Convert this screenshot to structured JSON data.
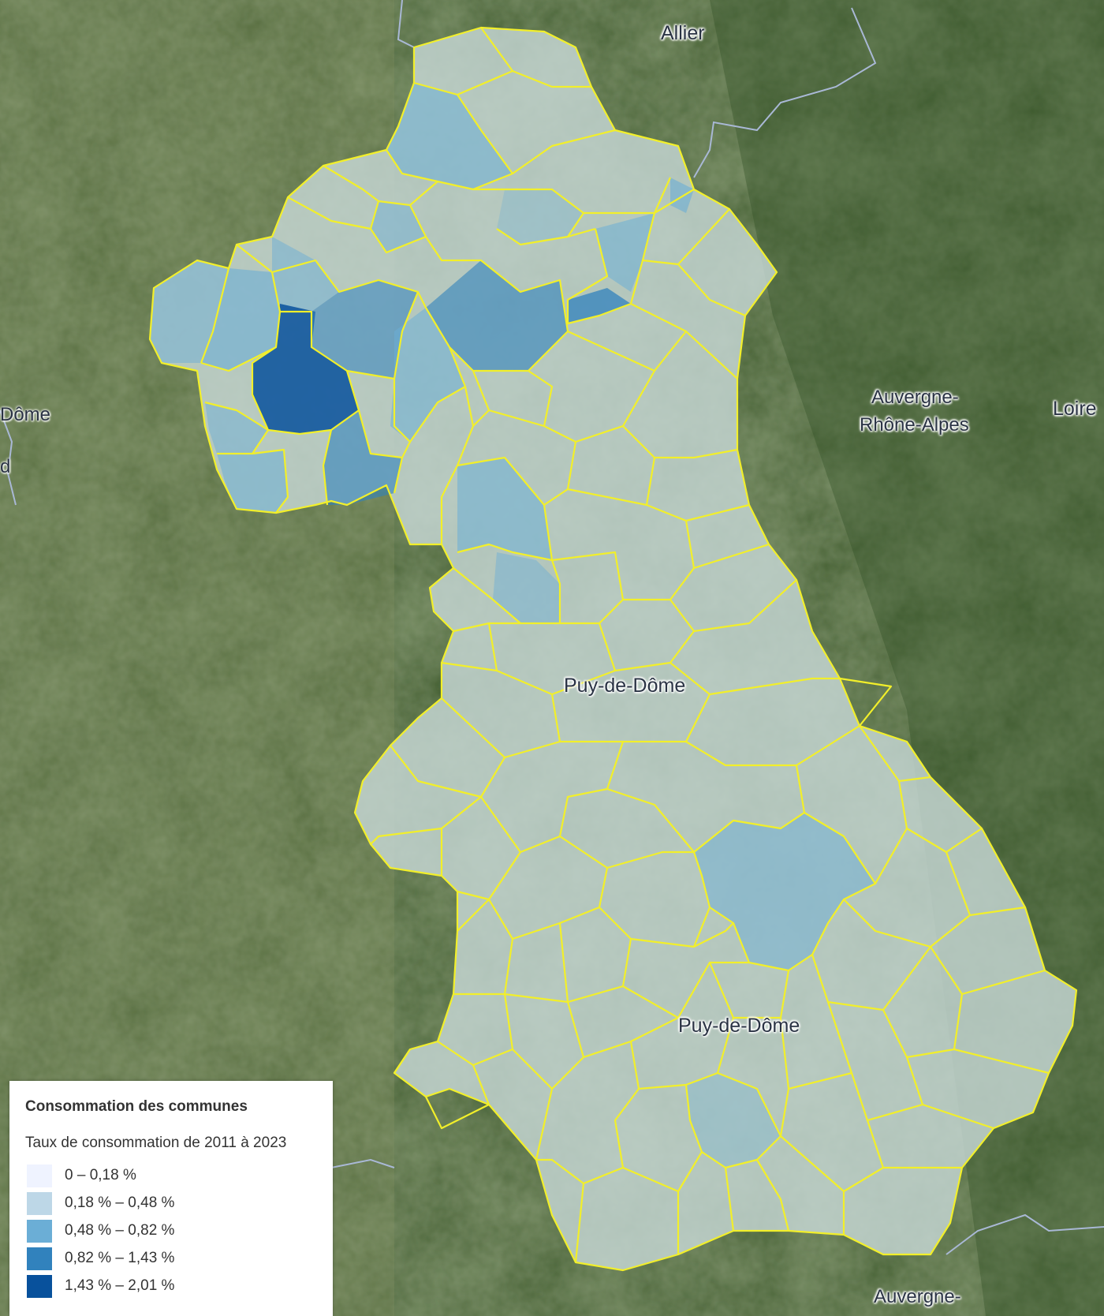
{
  "map": {
    "labels": {
      "allier": "Allier",
      "region_top_line1": "Auvergne-",
      "region_top_line2": "Rhône-Alpes",
      "loire": "Loire",
      "puy_center": "Puy-de-Dôme",
      "puy_south": "Puy-de-Dôme",
      "region_bottom": "Auvergne-",
      "left_dome": "Dôme",
      "left_d": "d"
    },
    "colors": {
      "commune_border": "#f2ef2a",
      "light_fill": "#c7d8d6",
      "dept_border": "#a9b8d6"
    }
  },
  "legend": {
    "title": "Consommation des communes",
    "subtitle": "Taux de consommation de 2011 à 2023",
    "items": [
      {
        "label": "0 – 0,18 %",
        "color": "#eff3ff"
      },
      {
        "label": "0,18 % – 0,48 %",
        "color": "#bdd7e7"
      },
      {
        "label": "0,48 % – 0,82 %",
        "color": "#6baed6"
      },
      {
        "label": "0,82 % – 1,43 %",
        "color": "#3182bd"
      },
      {
        "label": "1,43 % – 2,01 %",
        "color": "#08519c"
      }
    ]
  }
}
